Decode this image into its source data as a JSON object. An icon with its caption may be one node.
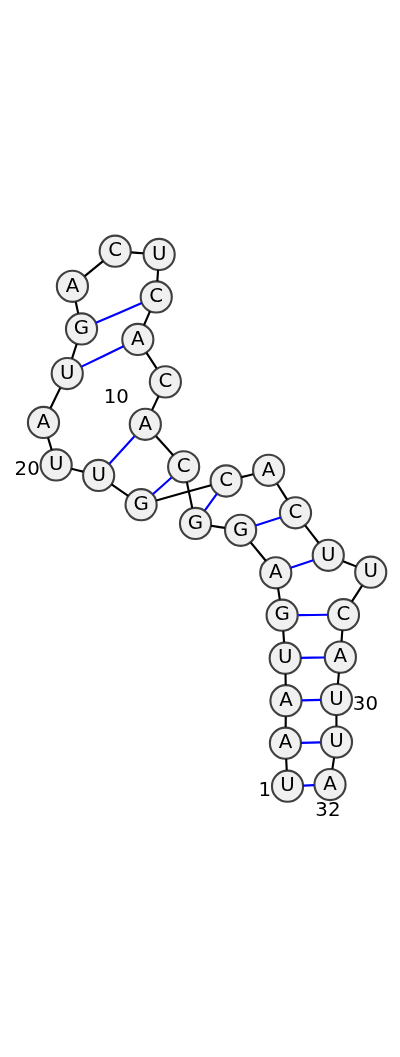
{
  "diagram": {
    "nodes": [
      {
        "text": [
          "U"
        ],
        "beside": [
          "1"
        ]
      },
      {
        "text": [
          "A"
        ]
      },
      {
        "text": [
          "A"
        ]
      },
      {
        "text": [
          "U"
        ]
      },
      {
        "text": [
          "G"
        ]
      },
      {
        "text": [
          "A"
        ]
      },
      {
        "text": [
          "G"
        ]
      },
      {
        "text": [
          "G"
        ]
      },
      {
        "text": [
          "C"
        ]
      },
      {
        "text": [
          "A"
        ],
        "beside": [
          "10"
        ]
      },
      {
        "text": [
          "C"
        ]
      },
      {
        "text": [
          "A"
        ]
      },
      {
        "text": [
          "C"
        ]
      },
      {
        "text": [
          "U"
        ]
      },
      {
        "text": [
          "C"
        ]
      },
      {
        "text": [
          "A"
        ]
      },
      {
        "text": [
          "G"
        ]
      },
      {
        "text": [
          "U"
        ]
      },
      {
        "text": [
          "A"
        ]
      },
      {
        "text": [
          "U"
        ],
        "beside": [
          "20"
        ]
      },
      {
        "text": [
          "U"
        ]
      },
      {
        "text": [
          "G"
        ]
      },
      {
        "text": [
          "C"
        ]
      },
      {
        "text": [
          "A"
        ]
      },
      {
        "text": [
          "C"
        ]
      },
      {
        "text": [
          "U"
        ]
      },
      {
        "text": [
          "U"
        ]
      },
      {
        "text": [
          "C"
        ]
      },
      {
        "text": [
          "A"
        ]
      },
      {
        "text": [
          "U"
        ],
        "beside": [
          "30"
        ]
      },
      {
        "text": [
          "U"
        ]
      },
      {
        "text": [
          "A"
        ],
        "beside": [
          "32"
        ]
      }
    ],
    "edges": [
      {
        "from": 0,
        "to": 1,
        "arrow": "none"
      },
      {
        "from": 1,
        "to": 2,
        "arrow": "none"
      },
      {
        "from": 2,
        "to": 3,
        "arrow": "none"
      },
      {
        "from": 3,
        "to": 4,
        "arrow": "none"
      },
      {
        "from": 4,
        "to": 5,
        "arrow": "none"
      },
      {
        "from": 5,
        "to": 6,
        "arrow": "none"
      },
      {
        "from": 6,
        "to": 7,
        "arrow": "none"
      },
      {
        "from": 7,
        "to": 8,
        "arrow": "none"
      },
      {
        "from": 8,
        "to": 9,
        "arrow": "none"
      },
      {
        "from": 9,
        "to": 10,
        "arrow": "none"
      },
      {
        "from": 10,
        "to": 11,
        "arrow": "none"
      },
      {
        "from": 11,
        "to": 12,
        "arrow": "none"
      },
      {
        "from": 12,
        "to": 13,
        "arrow": "none"
      },
      {
        "from": 13,
        "to": 14,
        "arrow": "none"
      },
      {
        "from": 14,
        "to": 15,
        "arrow": "none"
      },
      {
        "from": 15,
        "to": 16,
        "arrow": "none"
      },
      {
        "from": 16,
        "to": 17,
        "arrow": "none"
      },
      {
        "from": 17,
        "to": 18,
        "arrow": "none"
      },
      {
        "from": 18,
        "to": 19,
        "arrow": "none"
      },
      {
        "from": 19,
        "to": 20,
        "arrow": "none"
      },
      {
        "from": 20,
        "to": 21,
        "arrow": "none"
      },
      {
        "from": 21,
        "to": 22,
        "arrow": "none"
      },
      {
        "from": 22,
        "to": 23,
        "arrow": "none"
      },
      {
        "from": 23,
        "to": 24,
        "arrow": "none"
      },
      {
        "from": 24,
        "to": 25,
        "arrow": "none"
      },
      {
        "from": 25,
        "to": 26,
        "arrow": "none"
      },
      {
        "from": 26,
        "to": 27,
        "arrow": "none"
      },
      {
        "from": 27,
        "to": 28,
        "arrow": "none"
      },
      {
        "from": 28,
        "to": 29,
        "arrow": "none"
      },
      {
        "from": 29,
        "to": 30,
        "arrow": "none"
      },
      {
        "from": 30,
        "to": 31,
        "arrow": "none"
      },
      {
        "from": 0,
        "to": 31,
        "arrow": "none",
        "color": "#0000ff"
      },
      {
        "from": 1,
        "to": 30,
        "arrow": "none",
        "color": "#0000ff"
      },
      {
        "from": 2,
        "to": 29,
        "arrow": "none",
        "color": "#0000ff"
      },
      {
        "from": 3,
        "to": 28,
        "arrow": "none",
        "color": "#0000ff"
      },
      {
        "from": 4,
        "to": 27,
        "arrow": "none",
        "color": "#0000ff"
      },
      {
        "from": 5,
        "to": 25,
        "arrow": "none",
        "color": "#0000ff"
      },
      {
        "from": 6,
        "to": 24,
        "arrow": "none",
        "color": "#0000ff"
      },
      {
        "from": 7,
        "to": 22,
        "arrow": "none",
        "color": "#0000ff"
      },
      {
        "from": 8,
        "to": 21,
        "arrow": "none",
        "color": "#0000ff"
      },
      {
        "from": 9,
        "to": 20,
        "arrow": "none",
        "color": "#0000ff"
      },
      {
        "from": 11,
        "to": 17,
        "arrow": "none",
        "color": "#0000ff"
      },
      {
        "from": 12,
        "to": 16,
        "arrow": "none",
        "color": "#0000ff"
      }
    ]
  }
}
